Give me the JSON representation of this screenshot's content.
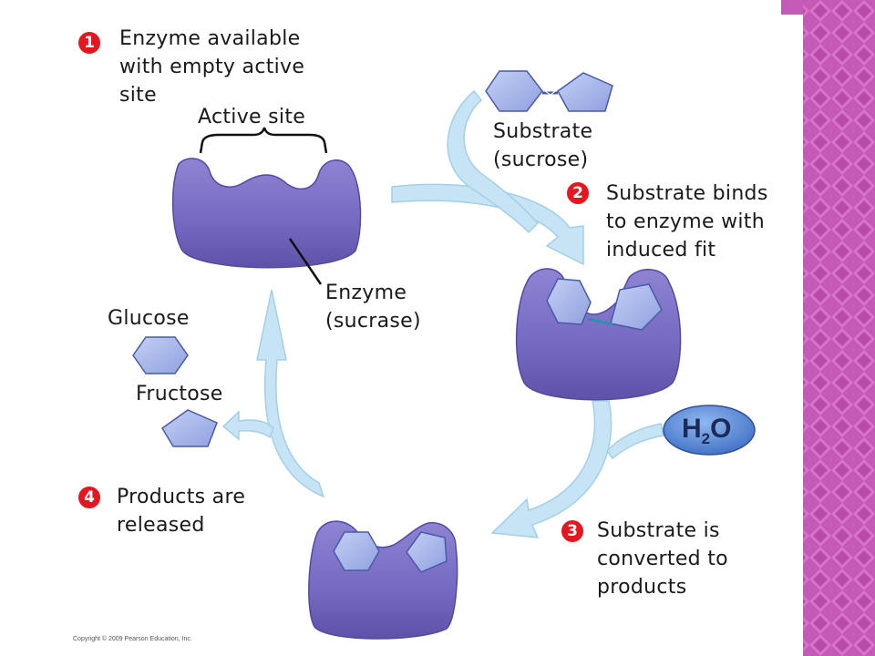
{
  "steps": {
    "s1": {
      "number": "1",
      "text": "Enzyme available\nwith empty active\nsite"
    },
    "s2": {
      "number": "2",
      "text": "Substrate binds\nto enzyme with\ninduced fit"
    },
    "s3": {
      "number": "3",
      "text": "Substrate is\nconverted to\nproducts"
    },
    "s4": {
      "number": "4",
      "text": "Products are\nreleased"
    }
  },
  "labels": {
    "active_site": "Active site",
    "substrate": "Substrate\n(sucrose)",
    "enzyme": "Enzyme\n(sucrase)",
    "glucose": "Glucose",
    "fructose": "Fructose",
    "water_h": "H",
    "water_sub": "2",
    "water_o": "O"
  },
  "copyright": "Copyright © 2009 Pearson Education, Inc.",
  "colors": {
    "enzyme": "#7a6fc4",
    "enzyme_dark": "#5a4fa8",
    "arrow": "#bfe0f2",
    "arrow_edge": "#9ccbe6",
    "substrate": "#a9b8ea",
    "substrate_edge": "#4f5fa8",
    "number_badge": "#e4161f",
    "water": "#4a7fd0",
    "side_pink": "#c85ab8"
  }
}
